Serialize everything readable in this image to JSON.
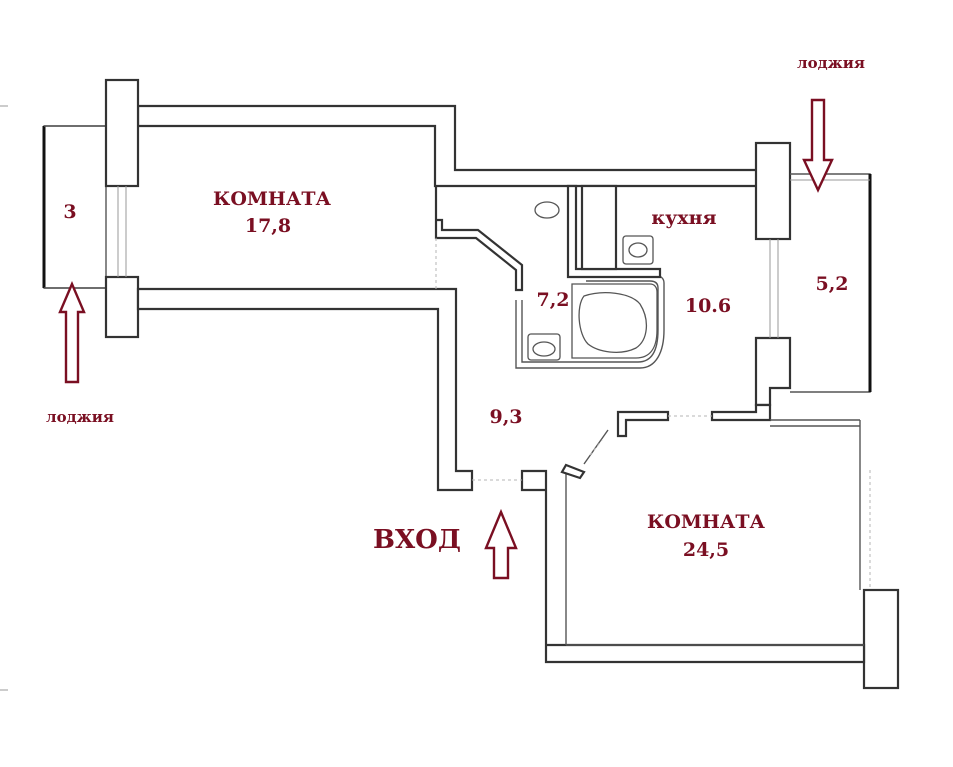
{
  "plan": {
    "rooms": [
      {
        "id": "room-1",
        "name": "КОМНАТА",
        "area": "17,8"
      },
      {
        "id": "room-2",
        "name": "КОМНАТА",
        "area": "24,5"
      },
      {
        "id": "kitchen",
        "name": "кухня",
        "area": "10.6"
      }
    ],
    "bathroom_area": "7,2",
    "hall_area": "9,3",
    "loggia_left_area": "3",
    "loggia_right_area": "5,2",
    "loggia_label_top": "лоджия",
    "loggia_label_bottom": "лоджия",
    "entrance_label": "ВХОД",
    "colors": {
      "label": "#7a0f22",
      "wall": "#333333"
    }
  }
}
